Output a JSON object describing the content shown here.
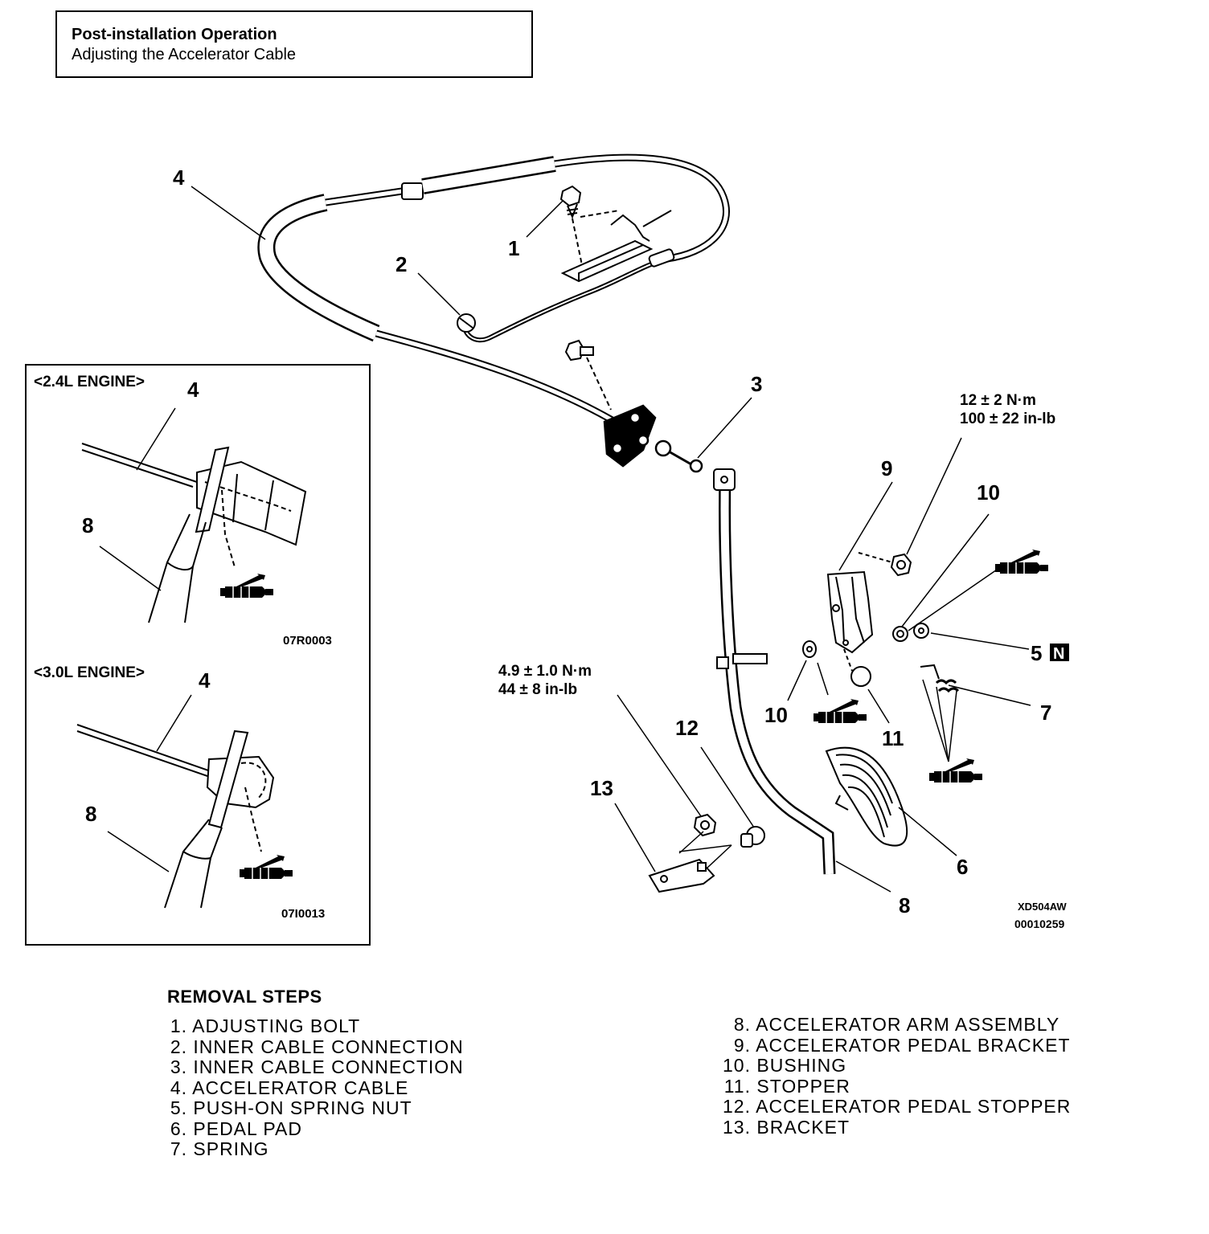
{
  "header": {
    "title": "Post-installation Operation",
    "subtitle": "Adjusting the Accelerator Cable"
  },
  "callouts": {
    "c1": "1",
    "c2": "2",
    "c3": "3",
    "c4": "4",
    "c5": "5",
    "c5_badge": "N",
    "c6": "6",
    "c7": "7",
    "c8": "8",
    "c9": "9",
    "c10a": "10",
    "c10b": "10",
    "c11": "11",
    "c12": "12",
    "c13": "13"
  },
  "torque": {
    "upper_nm": "12 ± 2 N·m",
    "upper_inlb": "100 ± 22 in-lb",
    "lower_nm": "4.9 ± 1.0 N·m",
    "lower_inlb": "44 ± 8 in-lb"
  },
  "figure_codes": {
    "main_code": "XD504AW",
    "main_number": "00010259"
  },
  "inset": {
    "top_label": "<2.4L ENGINE>",
    "top_callout_cable": "4",
    "top_callout_arm": "8",
    "top_code": "07R0003",
    "bottom_label": "<3.0L ENGINE>",
    "bottom_callout_cable": "4",
    "bottom_callout_arm": "8",
    "bottom_code": "07I0013"
  },
  "removal_steps": {
    "title": "REMOVAL STEPS",
    "left": [
      {
        "num": "1.",
        "label": "ADJUSTING BOLT"
      },
      {
        "num": "2.",
        "label": "INNER CABLE CONNECTION"
      },
      {
        "num": "3.",
        "label": "INNER CABLE CONNECTION"
      },
      {
        "num": "4.",
        "label": "ACCELERATOR CABLE"
      },
      {
        "num": "5.",
        "label": "PUSH-ON SPRING NUT"
      },
      {
        "num": "6.",
        "label": "PEDAL PAD"
      },
      {
        "num": "7.",
        "label": "SPRING"
      }
    ],
    "right": [
      {
        "num": "8.",
        "label": "ACCELERATOR ARM ASSEMBLY"
      },
      {
        "num": "9.",
        "label": "ACCELERATOR PEDAL BRACKET"
      },
      {
        "num": "10.",
        "label": "BUSHING"
      },
      {
        "num": "11.",
        "label": "STOPPER"
      },
      {
        "num": "12.",
        "label": "ACCELERATOR PEDAL STOPPER"
      },
      {
        "num": "13.",
        "label": "BRACKET"
      }
    ]
  },
  "icons": [
    "grease-gun-icon"
  ]
}
